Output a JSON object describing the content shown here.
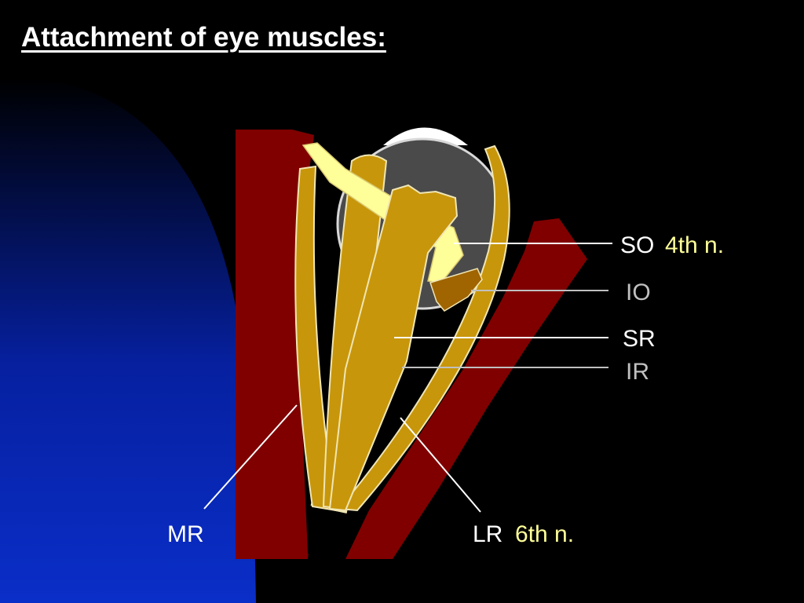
{
  "slide": {
    "title": "Attachment of eye muscles:"
  },
  "labels": {
    "so": "SO",
    "so_nerve": "4th n.",
    "io": "IO",
    "sr": "SR",
    "ir": "IR",
    "mr": "MR",
    "lr": "LR",
    "lr_nerve": "6th n."
  },
  "colors": {
    "background": "#000000",
    "skull_gradient_bottom": "#0a2ec8",
    "skull_gradient_top": "#000000",
    "orbit_wall": "#800000",
    "muscle": "#c8960a",
    "muscle_outline": "#f0e6b4",
    "superior_oblique": "#ffff99",
    "inferior_oblique": "#a06400",
    "eyeball": "#4a4a4a",
    "cornea": "#ffffff",
    "label_white": "#ffffff",
    "label_gray": "#c0c0c0",
    "nerve_label": "#ffff99"
  }
}
